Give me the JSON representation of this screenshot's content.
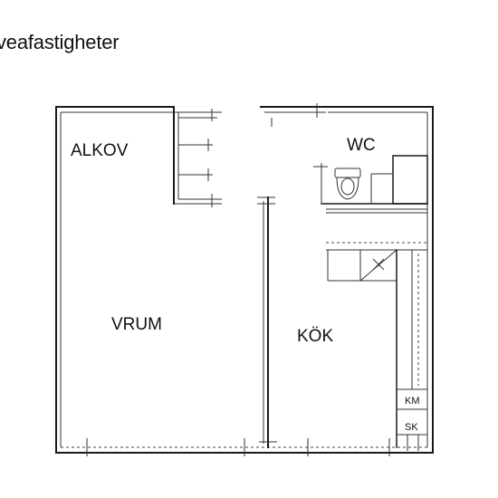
{
  "header": {
    "title": "veafastigheter"
  },
  "floorplan": {
    "rooms": {
      "alkov": "ALKOV",
      "wc": "WC",
      "vrum": "VRUM",
      "kok": "KÖK"
    },
    "appliances": {
      "km": "KM",
      "sk": "SK"
    }
  }
}
